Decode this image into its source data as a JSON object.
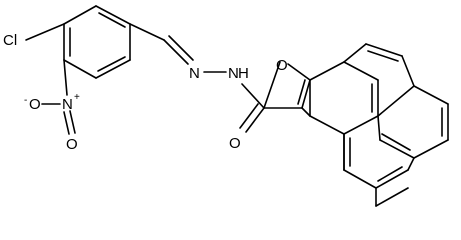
{
  "molecule": {
    "atom_labels": {
      "chlorine": "Cl",
      "nitro_nitrogen": "N",
      "nitro_plus": "+",
      "nitro_oxygen_top": "O",
      "nitro_oxygen_left": "O",
      "nitro_minus": "-",
      "imine_nitrogen": "N",
      "hydrazide_nitrogen": "N",
      "hydrazide_hydrogen": "H",
      "furan_oxygen": "O",
      "carbonyl_oxygen": "O"
    }
  }
}
